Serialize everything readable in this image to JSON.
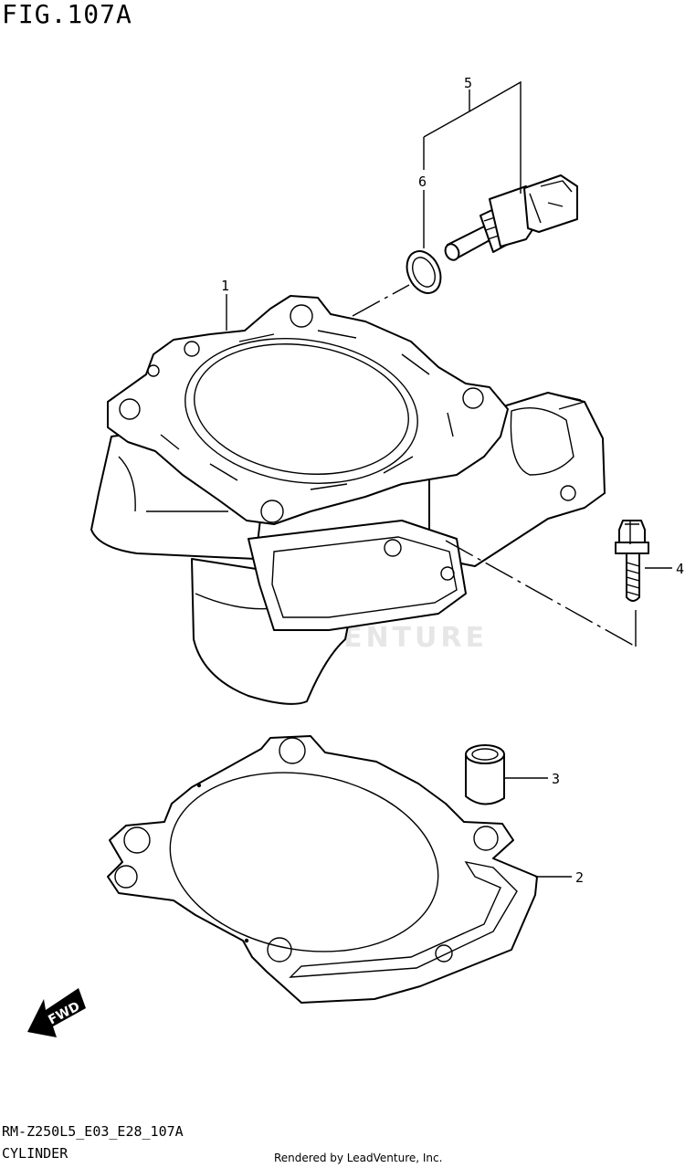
{
  "header": {
    "figure_title": "FIG.107A"
  },
  "watermark": {
    "text": "LEADVENTURE"
  },
  "callouts": [
    {
      "number": "1"
    },
    {
      "number": "2"
    },
    {
      "number": "3"
    },
    {
      "number": "4"
    },
    {
      "number": "5"
    },
    {
      "number": "6"
    }
  ],
  "fwd_arrow": {
    "text": "FWD"
  },
  "footer": {
    "model_code": "RM-Z250L5_E03_E28_107A",
    "section_name": "CYLINDER",
    "render_credit": "Rendered by LeadVenture, Inc."
  },
  "colors": {
    "line": "#000000",
    "background": "#ffffff",
    "watermark": "#e6e6e6"
  }
}
